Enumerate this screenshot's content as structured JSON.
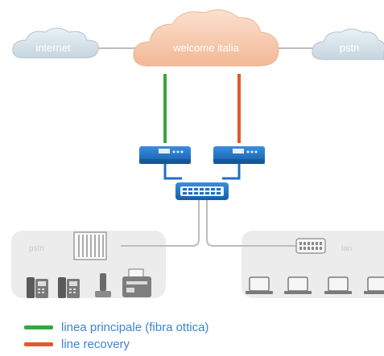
{
  "clouds": {
    "internet": "internet",
    "welcome": "welcome italia",
    "pstn": "pstn"
  },
  "zones": {
    "left": "pstn",
    "right": "lan"
  },
  "legend": [
    {
      "label": "linea principale (fibra ottica)",
      "color": "#3aa53f"
    },
    {
      "label": "line recovery",
      "color": "#e2572b"
    }
  ],
  "colors": {
    "device_blue": "#1f6fc4",
    "cloud_gray": "#c7d6e0",
    "cloud_orange": "#f6c9ad",
    "link_gray": "#bdbdbd",
    "zone_bg": "#ececec"
  }
}
